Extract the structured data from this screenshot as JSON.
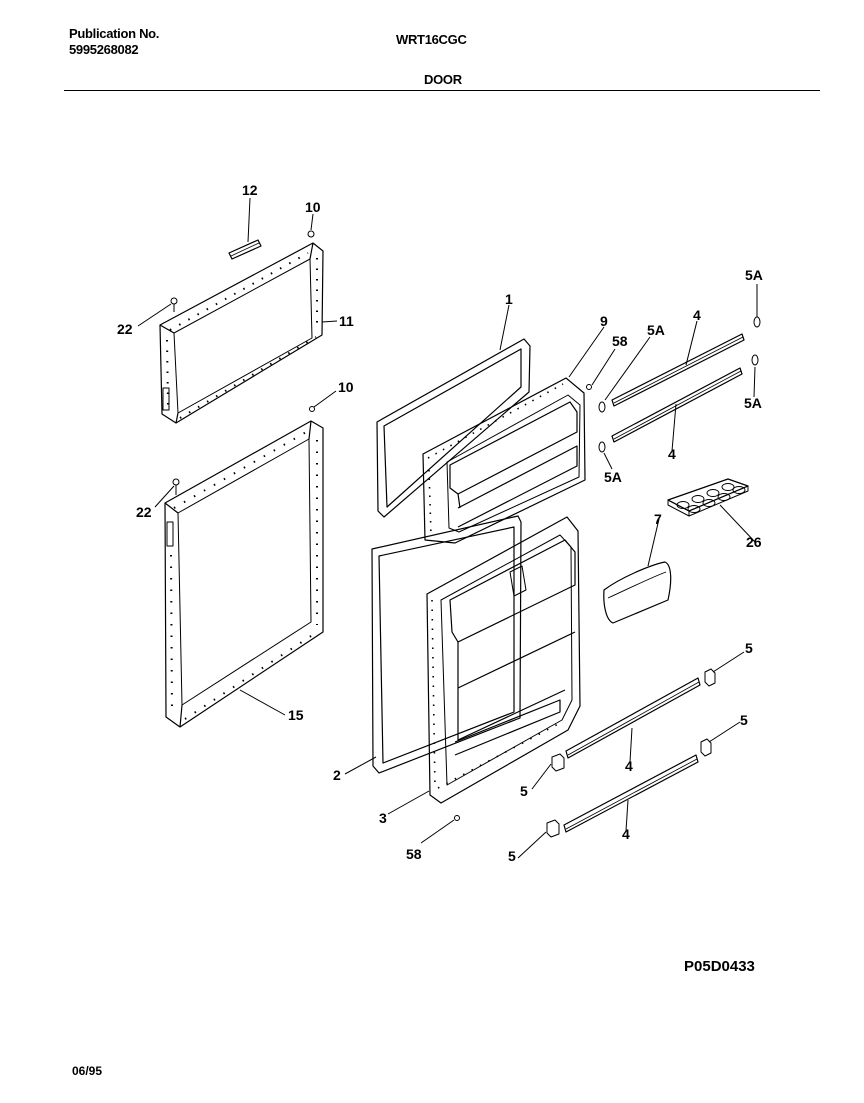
{
  "header": {
    "publication_label": "Publication No.",
    "publication_number": "5995268082",
    "model": "WRT16CGC",
    "section": "DOOR"
  },
  "footer": {
    "diagram_code": "P05D0433",
    "date": "06/95"
  },
  "callouts": {
    "c1": "1",
    "c2": "2",
    "c3": "3",
    "c4a": "4",
    "c4b": "4",
    "c4c": "4",
    "c4d": "4",
    "c5a": "5",
    "c5b": "5",
    "c5c": "5",
    "c5d": "5",
    "c5Aa": "5A",
    "c5Ab": "5A",
    "c5Ac": "5A",
    "c5Ad": "5A",
    "c7": "7",
    "c9": "9",
    "c10a": "10",
    "c10b": "10",
    "c11": "11",
    "c12": "12",
    "c15": "15",
    "c22a": "22",
    "c22b": "22",
    "c26": "26",
    "c58a": "58",
    "c58b": "58"
  }
}
